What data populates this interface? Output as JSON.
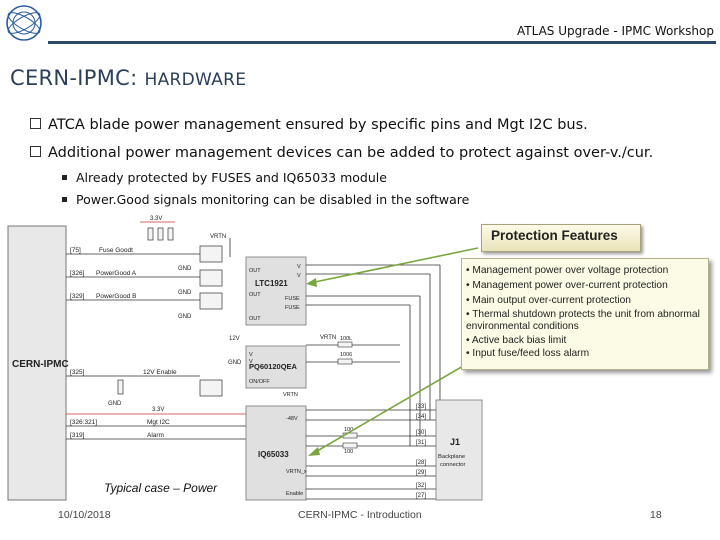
{
  "header": {
    "title": "ATLAS Upgrade - IPMC Workshop"
  },
  "slide": {
    "title_main": "CERN-IPMC: ",
    "title_sub": "HARDWARE"
  },
  "bullets": [
    "ATCA blade power management ensured by specific pins and Mgt I2C bus.",
    "Additional power management devices can be added to protect against over-v./cur."
  ],
  "sub_bullets": [
    "Already protected by FUSES and IQ65033 module",
    "Power.Good signals monitoring can be disabled in the software"
  ],
  "diagram": {
    "left_block": "CERN-IPMC",
    "pins": [
      "[75]",
      "[326]",
      "[329]",
      "[325]",
      "[326:321]",
      "[319]"
    ],
    "signals": [
      "Fuse Goodt",
      "PowerGood A",
      "PowerGood B",
      "12V Enable",
      "Mgt I2C",
      "Alarm"
    ],
    "gnd": "GND",
    "rail_3v3": "3.3V",
    "vrtn": "VRTN",
    "chip_ltc": "LTC1921",
    "chip_ltc_pins": [
      "OUT",
      "OUT",
      "OUT",
      "V",
      "V",
      "FUSE",
      "FUSE"
    ],
    "chip_pq": "PQ60120QEA",
    "chip_pq_pins": [
      "V",
      "V",
      "ON/OFF"
    ],
    "chip_iq": "IQ65033",
    "chip_iq_pins": [
      "-48V",
      "VRTN_x",
      "Enable"
    ],
    "v12": "12V",
    "resistors": [
      "100L",
      "1006",
      "100",
      "100"
    ],
    "connector": "J1",
    "connector_sub": "Backplane connector",
    "conn_pins": [
      "[33]",
      "[34]",
      "[30]",
      "[31]",
      "[28]",
      "[29]",
      "[32]",
      "[27]"
    ]
  },
  "protection": {
    "title": "Protection Features",
    "items": [
      "• Management power over voltage protection",
      "• Management power over-current protection",
      "• Main output over-current protection",
      "• Thermal shutdown protects the unit from abnormal",
      "   environmental conditions",
      "• Active back bias limit",
      "• Input fuse/feed loss alarm"
    ]
  },
  "caption": "Typical case – Power",
  "footer": {
    "date": "10/10/2018",
    "center": "CERN-IPMC - Introduction",
    "page": "18"
  },
  "colors": {
    "title": "#2b3f5a",
    "rule": "#2e4a6b",
    "block_fill": "#e8e8e8",
    "arrow": "#7aa640"
  }
}
